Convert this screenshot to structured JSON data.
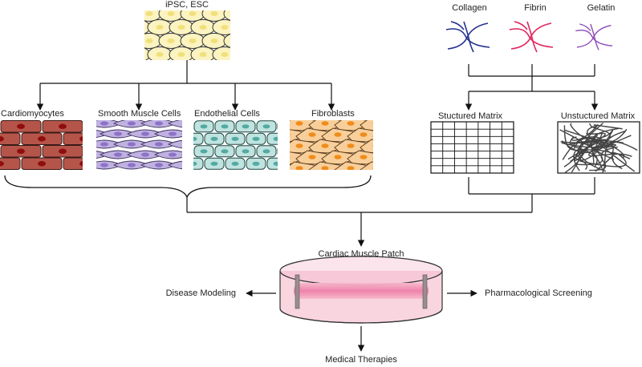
{
  "source": {
    "label": "iPSC, ESC",
    "fill": "#fbf3c0",
    "nucleus": "#f1e07a"
  },
  "cell_types": [
    {
      "label": "Cardiomyocytes",
      "fill": "#b5554a",
      "nucleus": "#8f0d10"
    },
    {
      "label": "Smooth Muscle Cells",
      "fill": "#bfb1e0",
      "nucleus": "#8e72c8"
    },
    {
      "label": "Endothelial Cells",
      "fill": "#bfe3df",
      "nucleus": "#52aaa2"
    },
    {
      "label": "Fibroblasts",
      "fill": "#f8cf9a",
      "nucleus": "#f08c1a"
    }
  ],
  "materials": [
    {
      "label": "Collagen",
      "color": "#24318f"
    },
    {
      "label": "Fibrin",
      "color": "#e0245b"
    },
    {
      "label": "Gelatin",
      "color": "#8c48b6"
    }
  ],
  "matrices": [
    {
      "label": "Stuctured Matrix"
    },
    {
      "label": "Unstuctured Matrix"
    }
  ],
  "patch": {
    "label": "Cardiac Muscle Patch",
    "color": "#f4b3c6",
    "band": "#ee7fa7"
  },
  "outputs": {
    "left": "Disease Modeling",
    "right": "Pharmacological Screening",
    "bottom": "Medical Therapies"
  }
}
